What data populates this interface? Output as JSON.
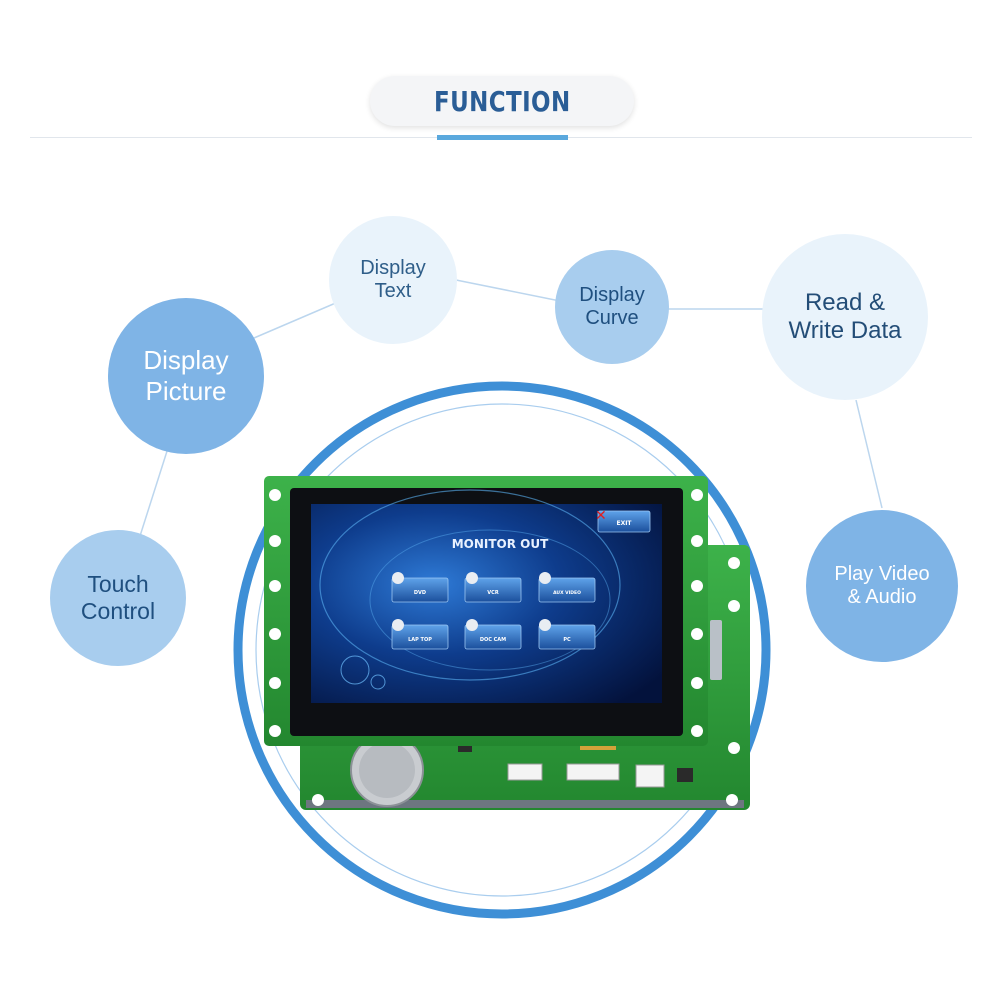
{
  "header": {
    "title": "FUNCTION"
  },
  "features": [
    {
      "label": "Display\nPicture"
    },
    {
      "label": "Display\nText"
    },
    {
      "label": "Display\nCurve"
    },
    {
      "label": "Read &\nWrite Data"
    },
    {
      "label": "Touch\nControl"
    },
    {
      "label": "Play Video\n& Audio"
    }
  ],
  "screen": {
    "title": "MONITOR OUT",
    "exit": "EXIT",
    "buttons": [
      "DVD",
      "VCR",
      "AUX VIDEO",
      "LAP TOP",
      "DOC CAM",
      "PC"
    ]
  },
  "colors": {
    "accent": "#5aa8dd",
    "title": "#2a5d96",
    "pcb": "#2e9a3b",
    "ring": "#3e8fd6"
  }
}
